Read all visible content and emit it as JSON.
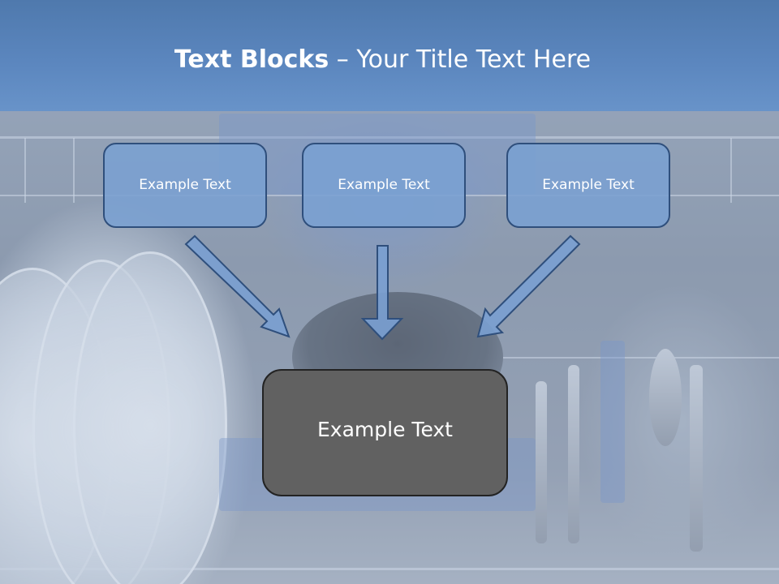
{
  "slide": {
    "title_bold": "Text Blocks",
    "title_separator": " – ",
    "title_rest": "Your Title Text Here",
    "top_boxes": [
      {
        "label": "Example Text"
      },
      {
        "label": "Example Text"
      },
      {
        "label": "Example Text"
      }
    ],
    "bottom_box": {
      "label": "Example Text"
    }
  },
  "colors": {
    "title_bar": "#5b86be",
    "top_box_fill": "#7aa0d2",
    "top_box_border": "#2f4f7c",
    "bottom_box_fill": "#616161",
    "bottom_box_border": "#232323",
    "arrow_fill": "#7aa0d2",
    "arrow_stroke": "#2f4f7c"
  },
  "icons": {
    "arrow_left": "arrow-down-right-icon",
    "arrow_center": "arrow-down-icon",
    "arrow_right": "arrow-down-left-icon"
  }
}
